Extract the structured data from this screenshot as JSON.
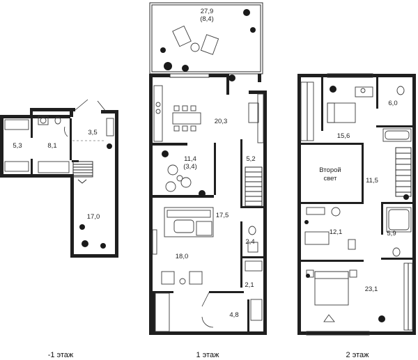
{
  "floors": [
    {
      "label": "-1 этаж",
      "rooms": [
        {
          "area": "5,3"
        },
        {
          "area": "8,1"
        },
        {
          "area": "3,5"
        },
        {
          "area": "17,0"
        }
      ]
    },
    {
      "label": "1 этаж",
      "rooms": [
        {
          "area": "27,9",
          "sub": "(8,4)"
        },
        {
          "area": "20,3"
        },
        {
          "area": "11,4",
          "sub": "(3,4)"
        },
        {
          "area": "5,2"
        },
        {
          "area": "17,5"
        },
        {
          "area": "2,4"
        },
        {
          "area": "18,0"
        },
        {
          "area": "2,1"
        },
        {
          "area": "4,8"
        }
      ]
    },
    {
      "label": "2 этаж",
      "rooms": [
        {
          "area": "6,0"
        },
        {
          "area": "15,6"
        },
        {
          "area": "Второй",
          "sub": "свет"
        },
        {
          "area": "11,5"
        },
        {
          "area": "12,1"
        },
        {
          "area": "5,9"
        },
        {
          "area": "23,1"
        }
      ]
    }
  ]
}
